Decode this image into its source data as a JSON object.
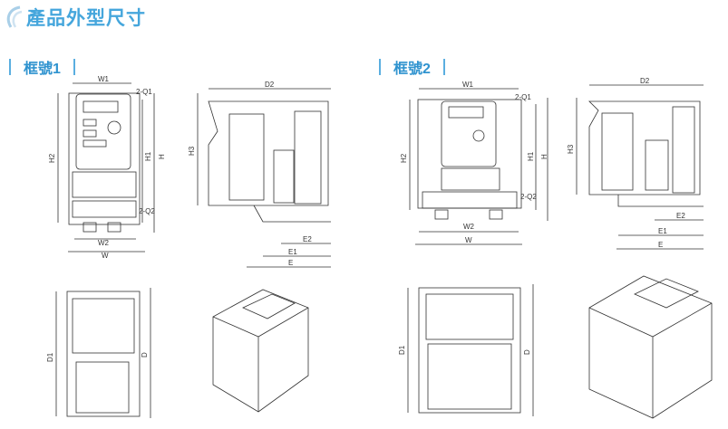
{
  "header": {
    "title": "產品外型尺寸",
    "logo_icon": "wave-logo-icon"
  },
  "frames": [
    {
      "label": "框號1",
      "dims": {
        "W1": "W1",
        "Q1": "2-Q1",
        "H2": "H2",
        "H1": "H1",
        "H": "H",
        "Q2": "2-Q2",
        "W2": "W2",
        "W": "W",
        "D2": "D2",
        "H3": "H3",
        "E2": "E2",
        "E1": "E1",
        "E": "E",
        "D1": "D1",
        "D": "D"
      }
    },
    {
      "label": "框號2",
      "dims": {
        "W1": "W1",
        "Q1": "2-Q1",
        "H2": "H2",
        "H1": "H1",
        "H": "H",
        "Q2": "2-Q2",
        "W2": "W2",
        "W": "W",
        "D2": "D2",
        "H3": "H3",
        "E2": "E2",
        "E1": "E1",
        "E": "E",
        "D1": "D1",
        "D": "D"
      }
    }
  ],
  "colors": {
    "accent": "#45a6dc",
    "line": "#333333"
  }
}
